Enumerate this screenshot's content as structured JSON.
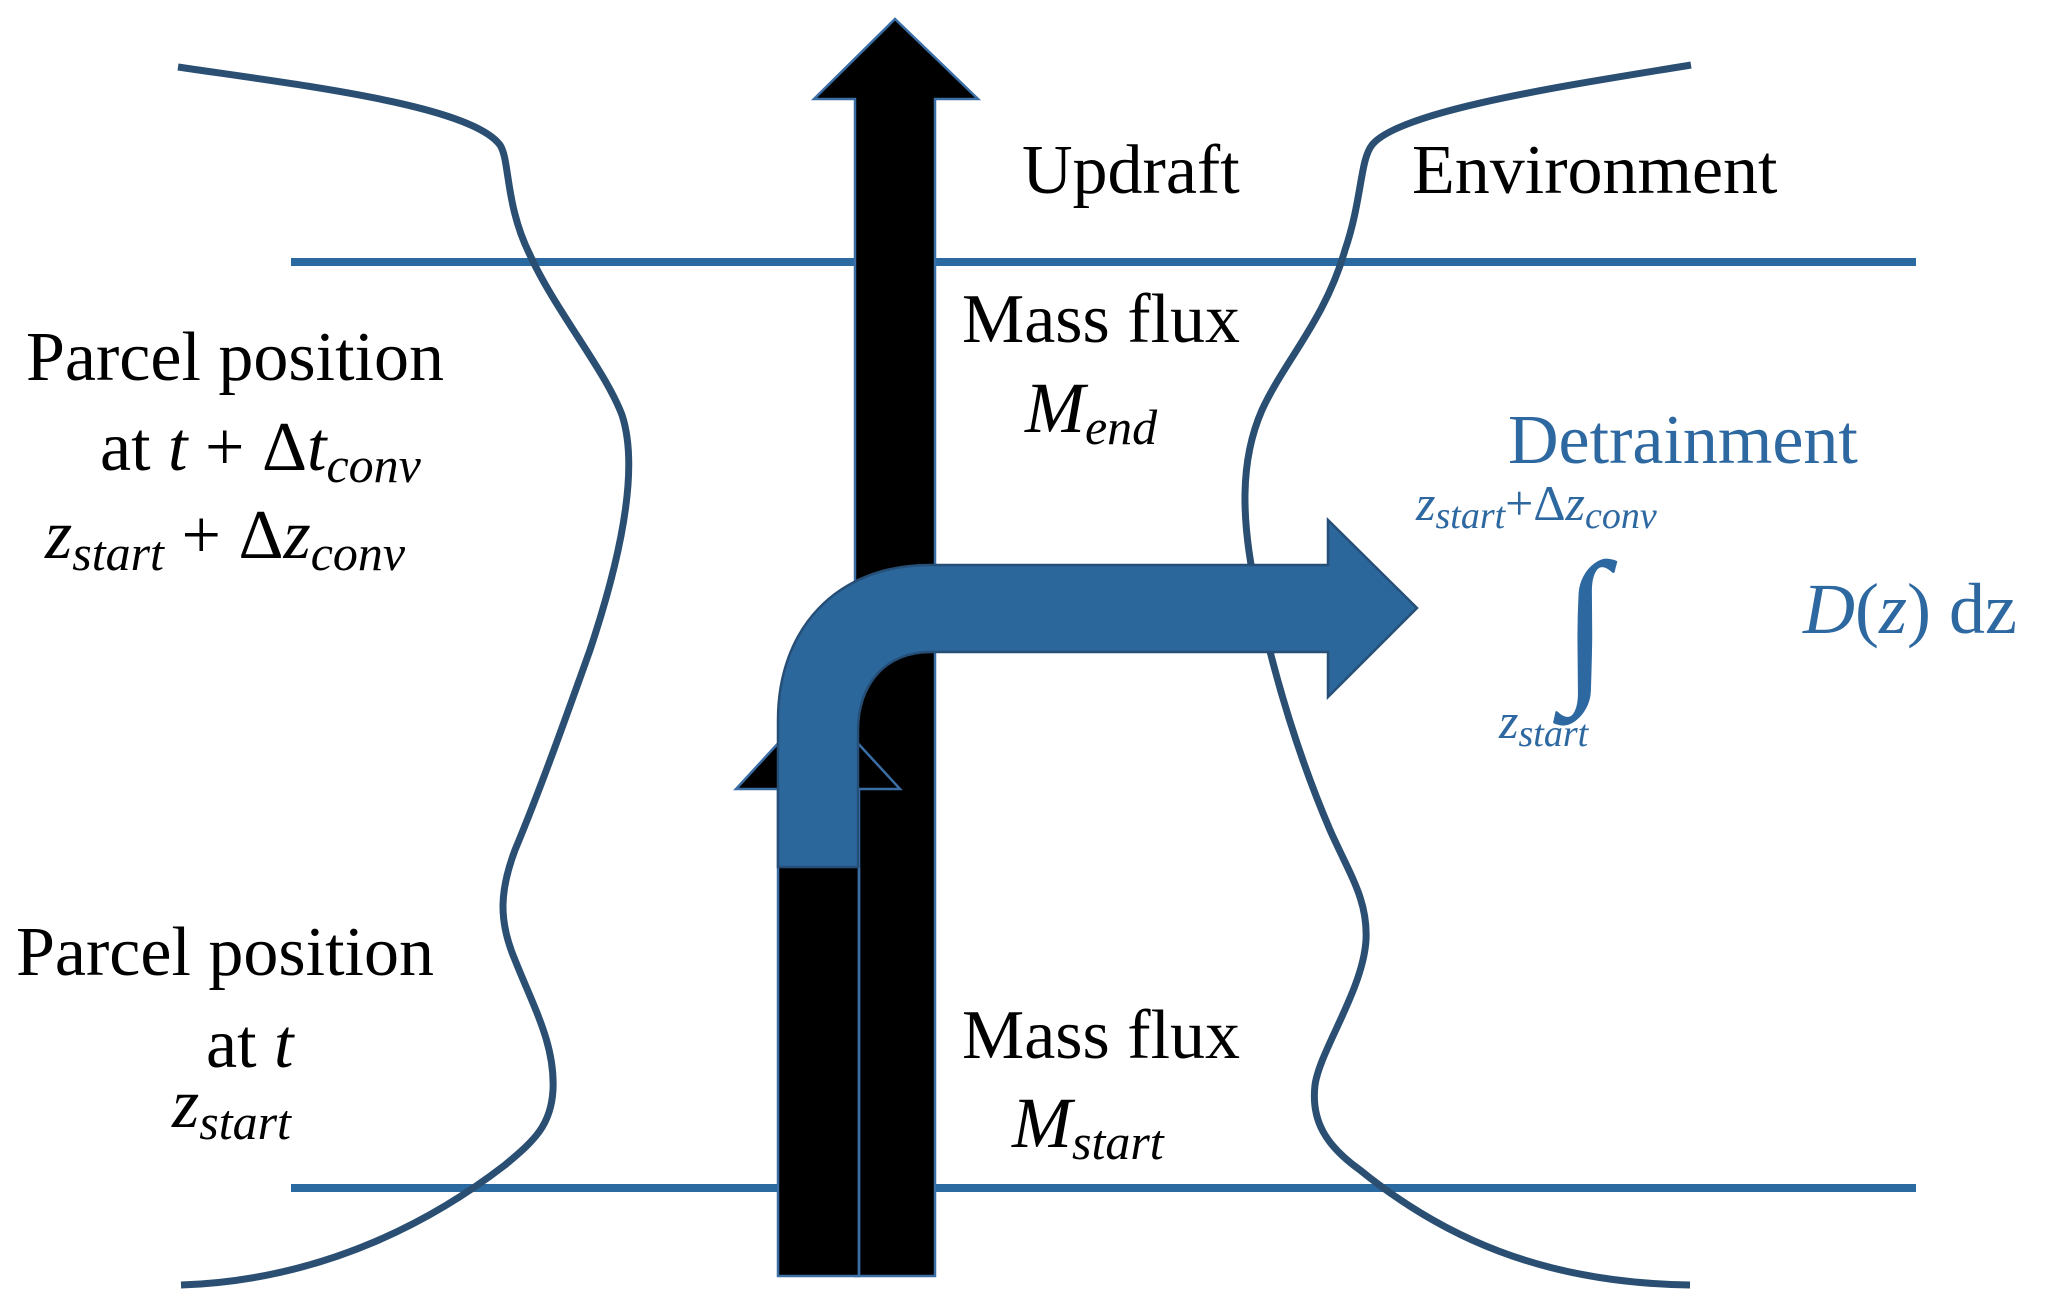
{
  "figure": {
    "description": "Schematic of convective updraft parcel with mass flux and detrainment",
    "colors": {
      "level_line": "#2B69A1",
      "boundary_curve": "#2A4F72",
      "updraft_arrow": "#000000",
      "detrainment_arrow": "#2C679C",
      "detrainment_text": "#2D68A1",
      "text": "#000000"
    }
  },
  "labels": {
    "updraft": "Updraft",
    "environment": "Environment",
    "upper_parcel": {
      "line1": "Parcel position",
      "line2_prefix": "at ",
      "line2_t": "t",
      "line2_plus": " + ",
      "line2_delta": "Δ",
      "line2_var": "t",
      "line2_sub": "conv",
      "line3_var": "z",
      "line3_sub": "start",
      "line3_plus": " + ",
      "line3_delta": "Δ",
      "line3_var2": "z",
      "line3_sub2": "conv"
    },
    "lower_parcel": {
      "line1": "Parcel position",
      "line2_prefix": "at ",
      "line2_t": "t",
      "line3_var": "z",
      "line3_sub": "start"
    },
    "mass_flux_top": {
      "line1": "Mass flux",
      "symbol": "M",
      "sub": "end"
    },
    "mass_flux_bottom": {
      "line1": "Mass flux",
      "symbol": "M",
      "sub": "start"
    },
    "detrainment": {
      "title": "Detrainment",
      "upper_var": "z",
      "upper_sub": "start",
      "upper_plus": "+",
      "upper_delta": "Δ",
      "upper_var2": "z",
      "upper_sub2": "conv",
      "integral": "∫",
      "lower_var": "z",
      "lower_sub": "start",
      "integrand_fn": "D",
      "integrand_open": "(",
      "integrand_arg": "z",
      "integrand_close": ")",
      "differential": " dz"
    }
  }
}
